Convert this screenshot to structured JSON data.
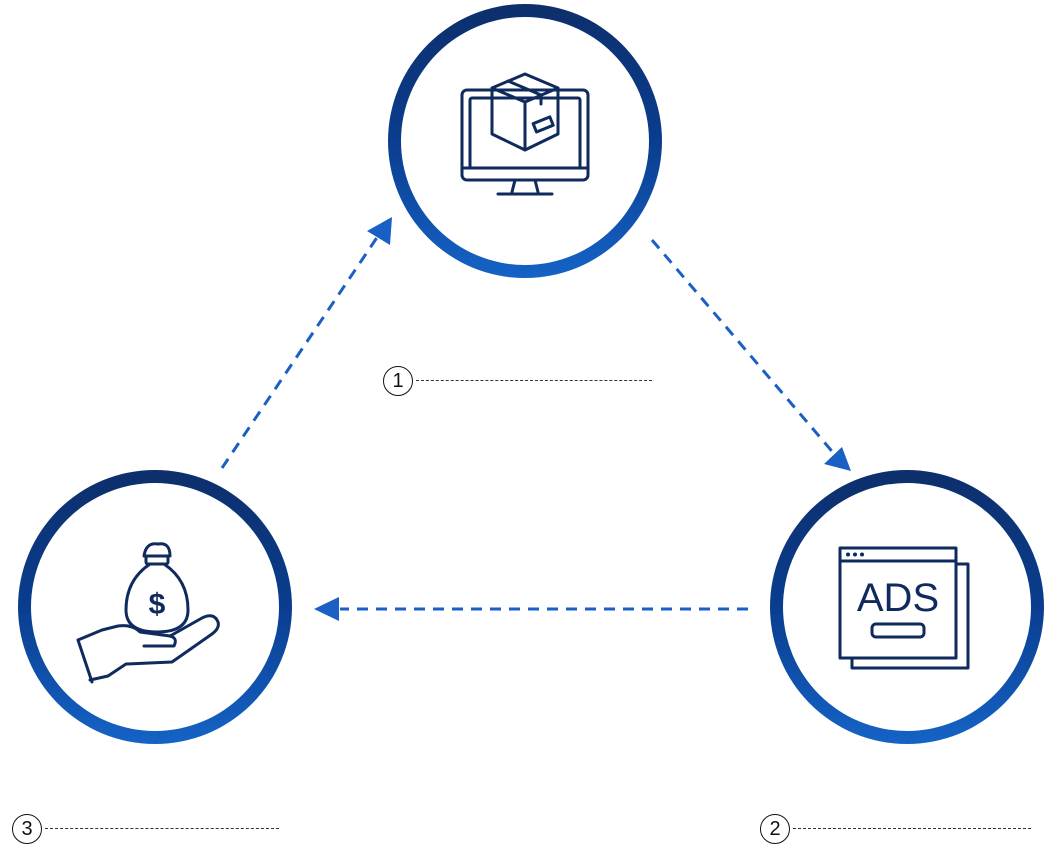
{
  "steps": [
    {
      "number": "1",
      "icon": "monitor-with-box-icon"
    },
    {
      "number": "2",
      "icon": "ads-browser-window-icon"
    },
    {
      "number": "3",
      "icon": "hand-holding-money-bag-icon"
    }
  ],
  "icons": {
    "ads_label": "ADS",
    "money_symbol": "$"
  },
  "colors": {
    "ring_dark": "#0d2f6b",
    "ring_light": "#1563c6",
    "arrow": "#1a5fc4",
    "icon_stroke": "#0f2a5c"
  }
}
